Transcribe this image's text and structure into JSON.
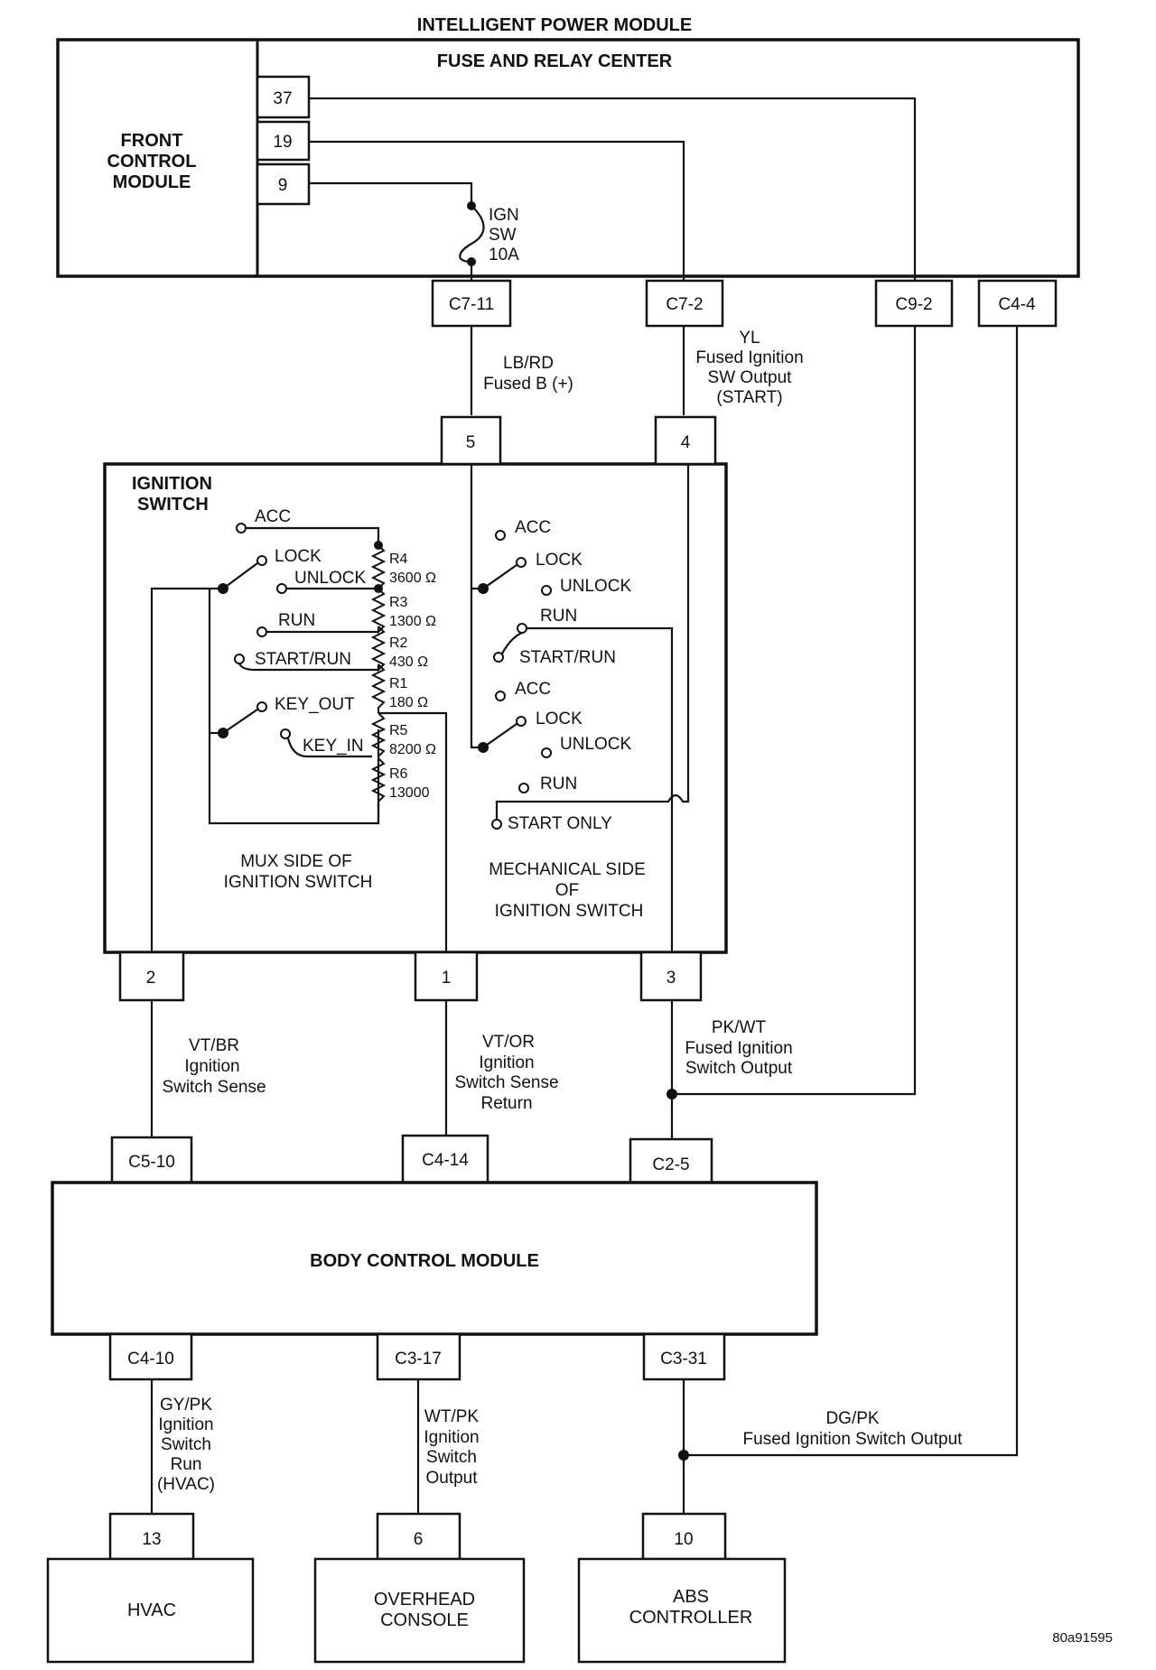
{
  "title": "INTELLIGENT POWER MODULE",
  "fuse_relay_center": "FUSE AND RELAY CENTER",
  "front_control_module": [
    "FRONT",
    "CONTROL",
    "MODULE"
  ],
  "fcm_pins": [
    "37",
    "19",
    "9"
  ],
  "fuse": [
    "IGN",
    "SW",
    "10A"
  ],
  "ipm_connectors": [
    "C7-11",
    "C7-2",
    "C9-2",
    "C4-4"
  ],
  "wire_c7_11": [
    "LB/RD",
    "Fused B (+)"
  ],
  "wire_c7_2": [
    "YL",
    "Fused Ignition",
    "SW Output",
    "(START)"
  ],
  "ign_top_pins": [
    "5",
    "4"
  ],
  "ignition_switch": [
    "IGNITION",
    "SWITCH"
  ],
  "mux_positions": [
    "ACC",
    "LOCK",
    "UNLOCK",
    "RUN",
    "START/RUN",
    "KEY_OUT",
    "KEY_IN"
  ],
  "resistors": [
    {
      "name": "R4",
      "value": "3600 Ω"
    },
    {
      "name": "R3",
      "value": "1300 Ω"
    },
    {
      "name": "R2",
      "value": "430 Ω"
    },
    {
      "name": "R1",
      "value": "180 Ω"
    },
    {
      "name": "R5",
      "value": "8200 Ω"
    },
    {
      "name": "R6",
      "value": "13000"
    }
  ],
  "mech_positions": [
    "ACC",
    "LOCK",
    "UNLOCK",
    "RUN",
    "START/RUN",
    "ACC",
    "LOCK",
    "UNLOCK",
    "RUN",
    "START ONLY"
  ],
  "mux_side": [
    "MUX SIDE OF",
    "IGNITION SWITCH"
  ],
  "mech_side": [
    "MECHANICAL SIDE",
    "OF",
    "IGNITION SWITCH"
  ],
  "ign_bottom_pins": [
    "2",
    "1",
    "3"
  ],
  "wire_pin2": [
    "VT/BR",
    "Ignition",
    "Switch Sense"
  ],
  "wire_pin1": [
    "VT/OR",
    "Ignition",
    "Switch Sense",
    "Return"
  ],
  "wire_pin3": [
    "PK/WT",
    "Fused Ignition",
    "Switch Output"
  ],
  "bcm_top_connectors": [
    "C5-10",
    "C4-14",
    "C2-5"
  ],
  "bcm": "BODY CONTROL MODULE",
  "bcm_bottom_connectors": [
    "C4-10",
    "C3-17",
    "C3-31"
  ],
  "wire_hvac": [
    "GY/PK",
    "Ignition",
    "Switch",
    "Run",
    "(HVAC)"
  ],
  "wire_overhead": [
    "WT/PK",
    "Ignition",
    "Switch",
    "Output"
  ],
  "wire_abs": [
    "DG/PK",
    "Fused Ignition Switch Output"
  ],
  "module_pins": [
    "13",
    "6",
    "10"
  ],
  "hvac": [
    "HVAC"
  ],
  "overhead_console": [
    "OVERHEAD",
    "CONSOLE"
  ],
  "abs_controller": [
    "ABS",
    "CONTROLLER"
  ],
  "figure_id": "80a91595"
}
